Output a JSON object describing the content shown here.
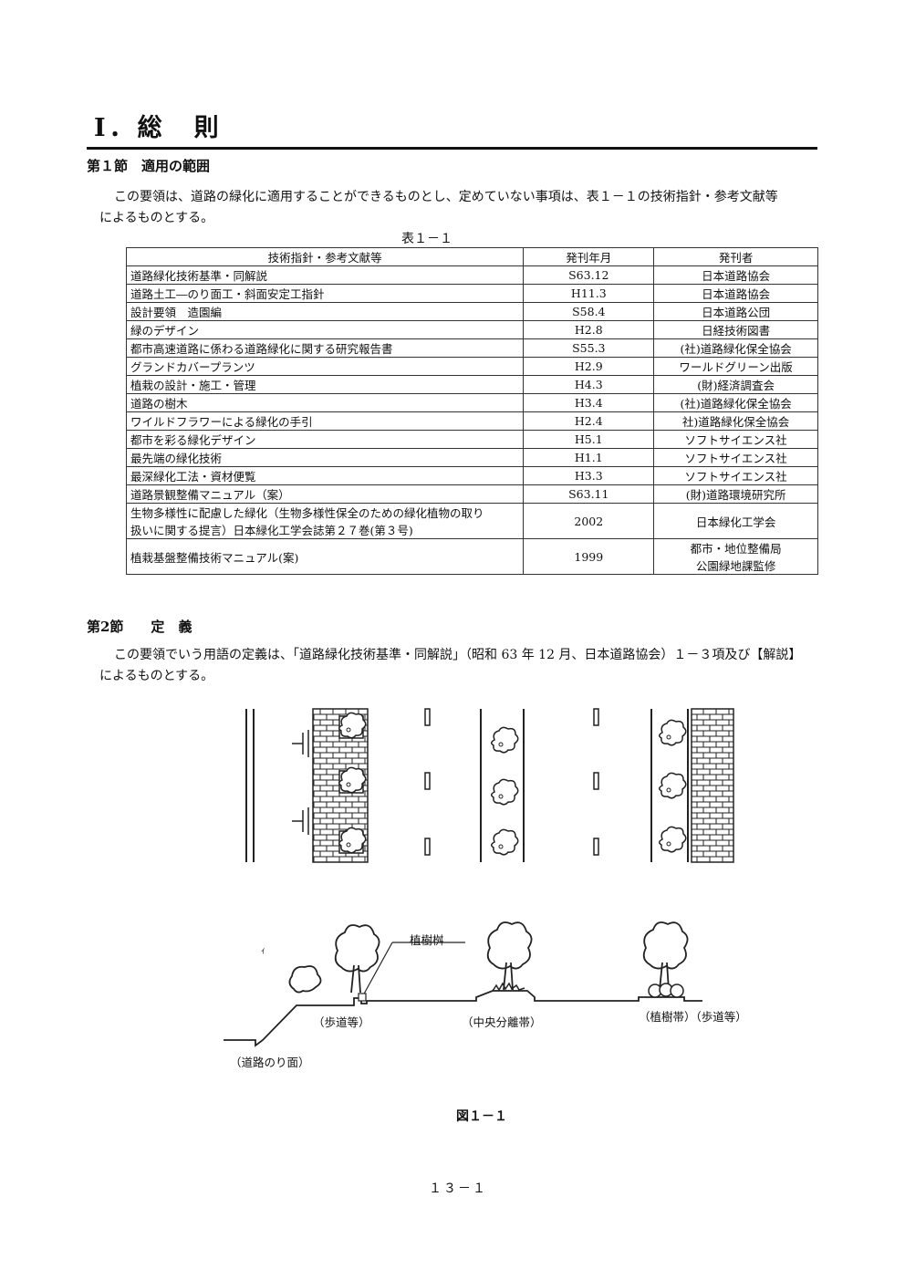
{
  "title": "Ⅰ．総　則",
  "section1": {
    "heading": "第１節　適用の範囲",
    "para_line1": "この要領は、道路の緑化に適用することができるものとし、定めていない事項は、表１－１の技術指針・参考文献等",
    "para_line2": "によるものとする。"
  },
  "table": {
    "caption": "表１－１",
    "headers": [
      "技術指針・参考文献等",
      "発刊年月",
      "発刊者"
    ],
    "rows": [
      [
        "道路緑化技術基準・同解説",
        "S63.12",
        "日本道路協会"
      ],
      [
        "道路土工―のり面工・斜面安定工指針",
        "H11.3",
        "日本道路協会"
      ],
      [
        "設計要領　造園編",
        "S58.4",
        "日本道路公団"
      ],
      [
        "緑のデザイン",
        "H2.8",
        "日経技術図書"
      ],
      [
        "都市高速道路に係わる道路緑化に関する研究報告書",
        "S55.3",
        "(社)道路緑化保全協会"
      ],
      [
        "グランドカバープランツ",
        "H2.9",
        "ワールドグリーン出版"
      ],
      [
        "植栽の設計・施工・管理",
        "H4.3",
        "(財)経済調査会"
      ],
      [
        "道路の樹木",
        "H3.4",
        "(社)道路緑化保全協会"
      ],
      [
        "ワイルドフラワーによる緑化の手引",
        "H2.4",
        "社)道路緑化保全協会"
      ],
      [
        "都市を彩る緑化デザイン",
        "H5.1",
        "ソフトサイエンス社"
      ],
      [
        "最先端の緑化技術",
        "H1.1",
        "ソフトサイエンス社"
      ],
      [
        "最深緑化工法・資材便覧",
        "H3.3",
        "ソフトサイエンス社"
      ],
      [
        "道路景観整備マニュアル（案）",
        "S63.11",
        "(財)道路環境研究所"
      ]
    ],
    "tall_rows": [
      {
        "title_line1": "生物多様性に配慮した緑化（生物多様性保全のための緑化植物の取り",
        "title_line2": "扱いに関する提言）日本緑化工学会誌第２７巻(第３号)",
        "date": "2002",
        "pub_line1": "日本緑化工学会",
        "pub_line2": ""
      },
      {
        "title_line1": "植栽基盤整備技術マニュアル(案)",
        "title_line2": "",
        "date": "1999",
        "pub_line1": "都市・地位整備局",
        "pub_line2": "公園緑地課監修"
      }
    ]
  },
  "section2": {
    "heading": "第2節　　定　義",
    "para_line1": "この要領でいう用語の定義は、「道路緑化技術基準・同解説」（昭和 63 年 12 月、日本道路協会）１－３項及び【解説】",
    "para_line2": "によるものとする。"
  },
  "figure": {
    "labels": {
      "tree_pit": "植樹桝",
      "sidewalk": "（歩道等）",
      "median": "（中央分離帯）",
      "planting_strip": "（植樹帯）（歩道等）",
      "slope": "（道路のり面）"
    },
    "caption": "図１－１"
  },
  "page_number": "１３－１"
}
